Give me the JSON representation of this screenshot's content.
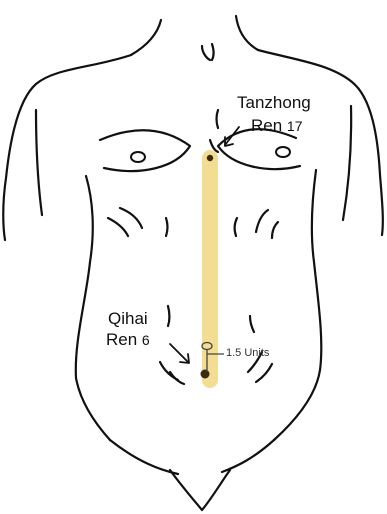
{
  "points": [
    {
      "name": "Tanzhong",
      "code_prefix": "Ren",
      "code_number": "17"
    },
    {
      "name": "Qihai",
      "code_prefix": "Ren",
      "code_number": "6"
    }
  ],
  "measurement": {
    "label": "1.5 Units"
  },
  "colors": {
    "channel": "#f3dd92",
    "point": "#3b2a10",
    "outline": "#111111"
  }
}
